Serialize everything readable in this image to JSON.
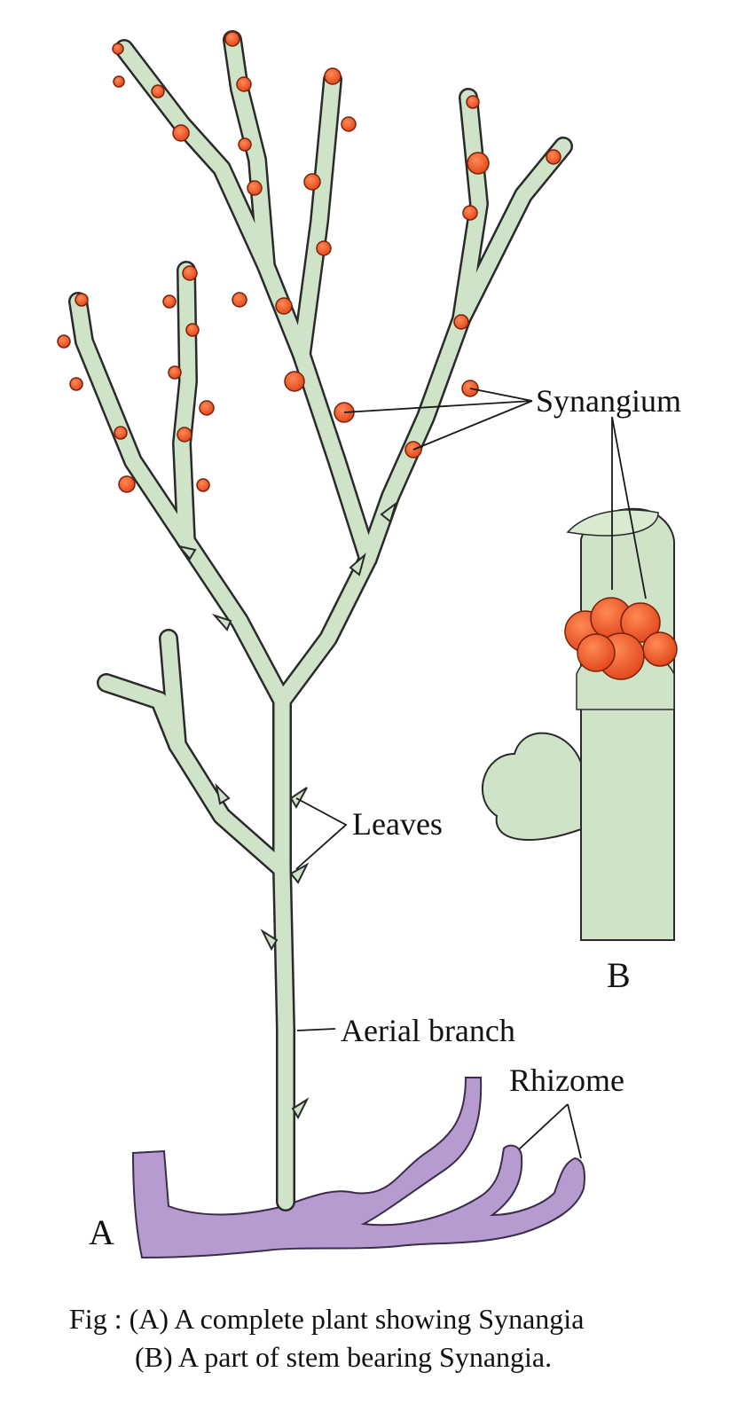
{
  "labels": {
    "synangium": "Synangium",
    "leaves": "Leaves",
    "aerial_branch": "Aerial branch",
    "rhizome": "Rhizome",
    "panel_a": "A",
    "panel_b": "B"
  },
  "caption": {
    "line1": "Fig : (A) A complete plant showing Synangia",
    "line2": "(B) A part of stem bearing Synangia."
  },
  "colors": {
    "stem": "#cfe3c9",
    "stem_outline": "#2a2a2a",
    "synangium": "#f05a2a",
    "rhizome": "#b69bd1"
  }
}
